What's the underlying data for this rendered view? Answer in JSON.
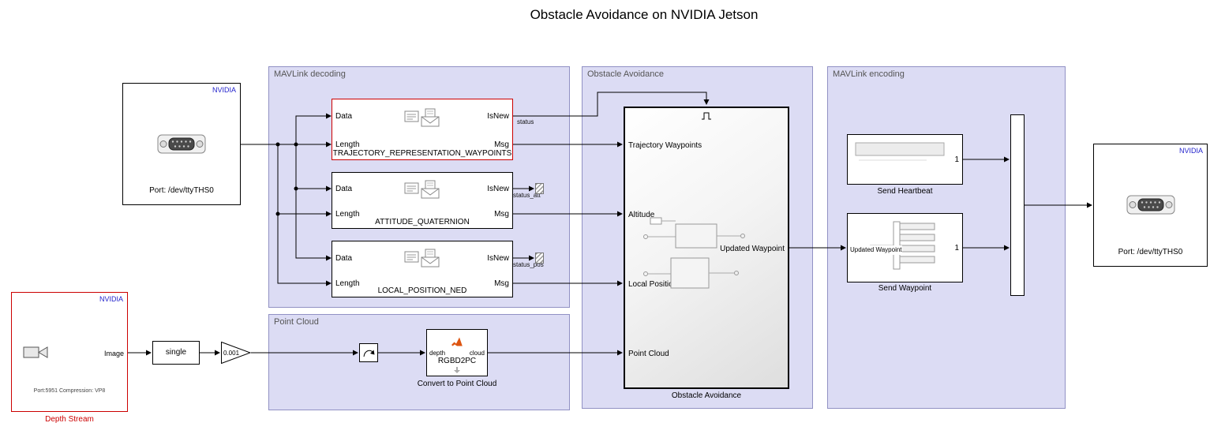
{
  "title": "Obstacle Avoidance on NVIDIA Jetson",
  "colors": {
    "nvidia_blue": "#2323cc",
    "highlight_red": "#cc0000",
    "area_fill": "#dcdcf4",
    "area_border": "#9191c4"
  },
  "areas": {
    "decoding": "MAVLink decoding",
    "obstacle": "Obstacle Avoidance",
    "encoding": "MAVLink encoding",
    "pointcloud": "Point Cloud"
  },
  "serial_receive": {
    "brand": "NVIDIA",
    "port": "Port: /dev/ttyTHS0"
  },
  "serial_send": {
    "brand": "NVIDIA",
    "port": "Port: /dev/ttyTHS0"
  },
  "decoders": [
    {
      "name": "TRAJECTORY_REPRESENTATION_WAYPOINTS",
      "in1": "Data",
      "in2": "Length",
      "out1": "IsNew",
      "out2": "Msg"
    },
    {
      "name": "ATTITUDE_QUATERNION",
      "in1": "Data",
      "in2": "Length",
      "out1": "IsNew",
      "out2": "Msg"
    },
    {
      "name": "LOCAL_POSITION_NED",
      "in1": "Data",
      "in2": "Length",
      "out1": "IsNew",
      "out2": "Msg"
    }
  ],
  "signals": {
    "status": "status",
    "status_att": "status_att",
    "status_pos": "status_pos"
  },
  "obstacle_block": {
    "inputs": [
      "Trajectory Waypoints",
      "Altitude",
      "Local Position",
      "Point Cloud"
    ],
    "output": "Updated Waypoint",
    "caption": "Obstacle Avoidance"
  },
  "send_heartbeat": {
    "caption": "Send Heartbeat",
    "out": "1"
  },
  "send_waypoint": {
    "caption": "Send Waypoint",
    "in": "Updated Waypoint",
    "out": "1"
  },
  "depth_stream": {
    "brand": "NVIDIA",
    "out": "Image",
    "info": "Port:5951 Compression: VP8",
    "caption": "Depth Stream"
  },
  "convert": {
    "dtype": "single",
    "gain": "0.001",
    "rgbd": {
      "in": "depth",
      "out": "cloud",
      "name": "RGBD2PC",
      "caption": "Convert to Point Cloud"
    }
  }
}
